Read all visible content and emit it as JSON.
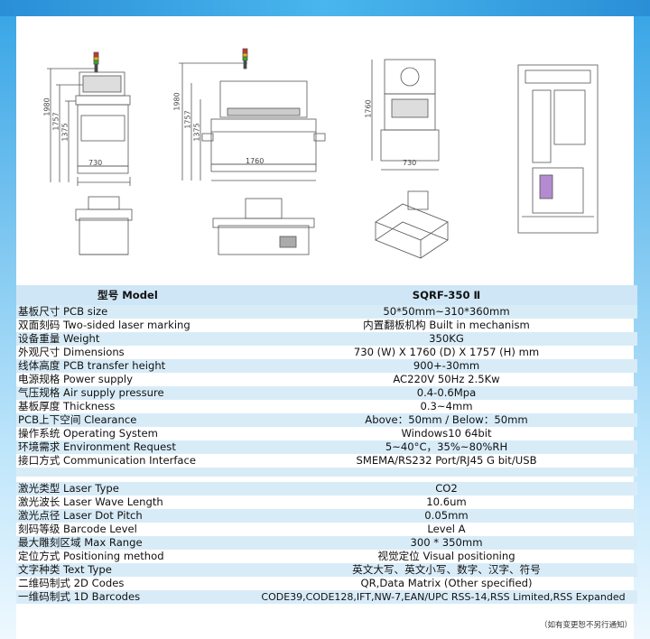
{
  "header": {
    "label": "型号 Model",
    "value": "SQRF-350 Ⅱ"
  },
  "dims": {
    "front": {
      "h1": "1980",
      "h2": "1757",
      "h3": "1375",
      "w": "730"
    },
    "side": {
      "h1": "1980",
      "h2": "1757",
      "h3": "1375",
      "w": "1760"
    },
    "back": {
      "h": "1760",
      "w": "730"
    }
  },
  "specs_group1": [
    {
      "label": "基板尺寸  PCB size",
      "value": "50*50mm~310*360mm"
    },
    {
      "label": "双面刻码  Two-sided laser marking",
      "value": "内置翻板机构  Built in mechanism"
    },
    {
      "label": "设备重量  Weight",
      "value": "350KG"
    },
    {
      "label": "外观尺寸  Dimensions",
      "value": "730  (W)  X 1760  (D)  X 1757  (H)  mm"
    },
    {
      "label": "线体高度  PCB transfer height",
      "value": "900+-30mm"
    },
    {
      "label": "电源规格  Power supply",
      "value": "AC220V 50Hz 2.5Kw"
    },
    {
      "label": "气压规格  Air supply pressure",
      "value": "0.4-0.6Mpa"
    },
    {
      "label": "基板厚度  Thickness",
      "value": "0.3~4mm"
    },
    {
      "label": "PCB上下空间  Clearance",
      "value": "Above：50mm  /  Below：50mm"
    },
    {
      "label": "操作系统  Operating System",
      "value": "Windows10 64bit"
    },
    {
      "label": "环境需求  Environment Request",
      "value": "5~40°C，35%~80%RH"
    },
    {
      "label": "接口方式  Communication Interface",
      "value": "SMEMA/RS232 Port/RJ45 G bit/USB"
    }
  ],
  "specs_group2": [
    {
      "label": "激光类型  Laser Type",
      "value": "CO2"
    },
    {
      "label": "激光波长  Laser Wave Length",
      "value": "10.6um"
    },
    {
      "label": "激光点径  Laser Dot Pitch",
      "value": "0.05mm"
    },
    {
      "label": "刻码等级  Barcode Level",
      "value": "Level A"
    },
    {
      "label": "最大雕刻区域  Max Range",
      "value": "300 * 350mm"
    },
    {
      "label": "定位方式  Positioning method",
      "value": "视觉定位  Visual positioning"
    },
    {
      "label": "文字种类  Text Type",
      "value": "英文大写、英文小写、数字、汉字、符号"
    },
    {
      "label": "二维码制式  2D Codes",
      "value": "QR,Data Matrix  (Other specified)"
    },
    {
      "label": "一维码制式  1D Barcodes",
      "value": "CODE39,CODE128,IFT,NW-7,EAN/UPC RSS-14,RSS Limited,RSS Expanded"
    }
  ],
  "footnote": "（如有变更恕不另行通知）"
}
